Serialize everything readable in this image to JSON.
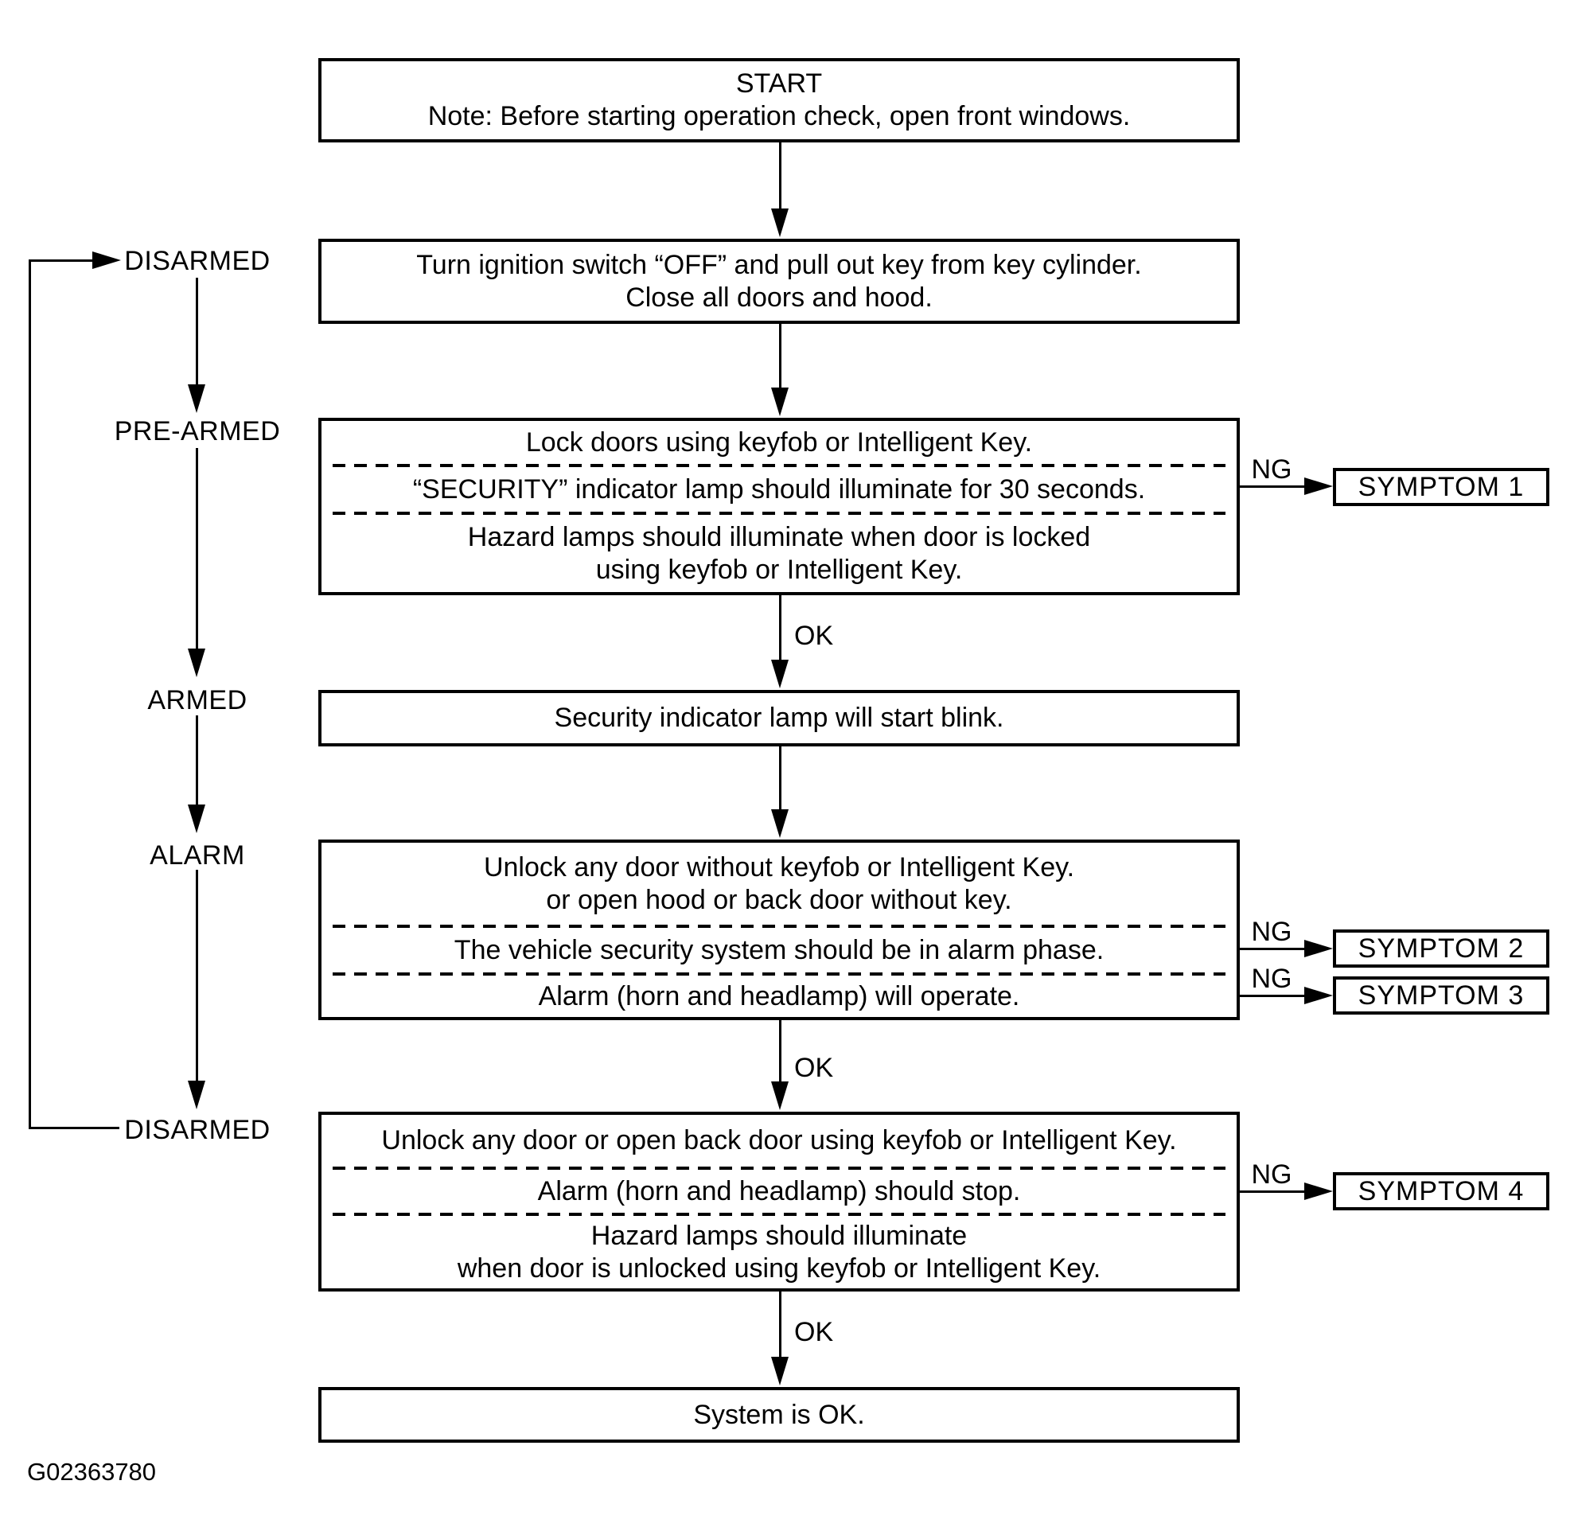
{
  "figure_id": "G02363780",
  "labels": {
    "ok": "OK",
    "ng": "NG"
  },
  "states": [
    "DISARMED",
    "PRE-ARMED",
    "ARMED",
    "ALARM",
    "DISARMED"
  ],
  "boxes": {
    "start": {
      "line1": "START",
      "line2": "Note: Before starting operation check, open front windows."
    },
    "ignition": {
      "line1": "Turn ignition switch “OFF” and pull out key from key cylinder.",
      "line2": "Close all doors and hood."
    },
    "prearmed": {
      "s1": "Lock doors using keyfob or Intelligent Key.",
      "s2": "“SECURITY” indicator lamp should illuminate for 30 seconds.",
      "s3_line1": "Hazard lamps should illuminate when door is locked",
      "s3_line2": "using keyfob or Intelligent Key."
    },
    "armed": {
      "s1": "Security indicator lamp will start blink."
    },
    "alarm": {
      "s1_line1": "Unlock any door without keyfob or Intelligent Key.",
      "s1_line2": "or open hood or back door without key.",
      "s2": "The vehicle security system should be in alarm phase.",
      "s3": "Alarm (horn and headlamp) will operate."
    },
    "disarm": {
      "s1": "Unlock any door or open back door using keyfob or Intelligent Key.",
      "s2": "Alarm (horn and headlamp) should stop.",
      "s3_line1": "Hazard lamps should illuminate",
      "s3_line2": "when door is unlocked using keyfob or Intelligent Key."
    },
    "system_ok": {
      "s1": "System is OK."
    }
  },
  "symptoms": [
    "SYMPTOM 1",
    "SYMPTOM 2",
    "SYMPTOM 3",
    "SYMPTOM 4"
  ]
}
